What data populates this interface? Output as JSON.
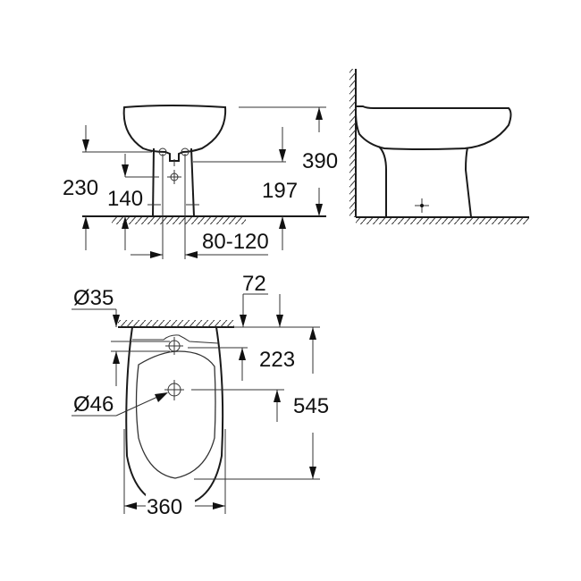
{
  "drawing": {
    "type": "technical dimension drawing",
    "subject": "floor-standing bidet",
    "units": "mm"
  },
  "front_view": {
    "dimensions": {
      "height_total": "390",
      "height_inlet": "197",
      "height_left": "230",
      "height_fixing": "140",
      "fixing_spacing": "80-120"
    }
  },
  "side_view": {
    "elements": [
      "wall",
      "floor",
      "bidet profile",
      "floor fixing point"
    ]
  },
  "top_view": {
    "dimensions": {
      "tap_hole_diameter": "Ø35",
      "wall_to_tap_hole": "72",
      "tap_hole_to_drain": "223",
      "drain_diameter": "Ø46",
      "total_depth": "545",
      "width": "360"
    }
  }
}
